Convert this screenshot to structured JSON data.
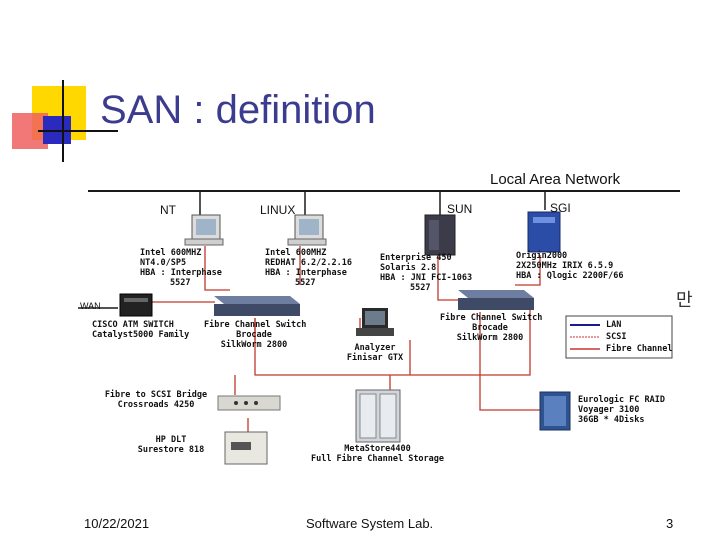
{
  "slide": {
    "title": "SAN : definition",
    "footer_date": "10/22/2021",
    "footer_center": "Software System Lab.",
    "page_number": "3",
    "stray_glyph": "만"
  },
  "diagram": {
    "lan_label": "Local Area Network",
    "wan_label": "WAN",
    "hosts": {
      "nt": {
        "name": "NT",
        "spec": [
          "Intel 600MHZ",
          "NT4.0/SP5",
          "HBA : Interphase",
          "5527"
        ]
      },
      "linux": {
        "name": "LINUX",
        "spec": [
          "Intel 600MHZ",
          "REDHAT 6.2/2.2.16",
          "HBA : Interphase",
          "5527"
        ]
      },
      "sun": {
        "name": "SUN",
        "spec": [
          "Enterprise 450",
          "Solaris 2.8",
          "HBA : JNI FCI-1063",
          "5527"
        ]
      },
      "sgi": {
        "name": "SGI",
        "spec": [
          "Origin2000",
          "2X250MHz IRIX 6.5.9",
          "HBA : Qlogic 2200F/66"
        ]
      }
    },
    "devices": {
      "atm": [
        "CISCO ATM SWITCH",
        "Catalyst5000 Family"
      ],
      "fc_switch_left": [
        "Fibre Channel Switch",
        "Brocade",
        "SilkWorm 2800"
      ],
      "fc_switch_right": [
        "Fibre Channel Switch",
        "Brocade",
        "SilkWorm 2800"
      ],
      "analyzer": [
        "Analyzer",
        "Finisar GTX"
      ],
      "bridge": [
        "Fibre to SCSI Bridge",
        "Crossroads 4250"
      ],
      "dlt": [
        "HP DLT",
        "Surestore 818"
      ],
      "metastore": [
        "MetaStore4400",
        "Full Fibre Channel Storage"
      ],
      "raid": [
        "Eurologic FC RAID",
        "Voyager 3100",
        "36GB * 4Disks"
      ]
    },
    "legend": [
      {
        "label": "LAN",
        "color": "#1a1a8c"
      },
      {
        "label": "SCSI",
        "color": "#cc3333"
      },
      {
        "label": "Fibre Channel",
        "color": "#cc3333"
      }
    ],
    "colors": {
      "lan": "#1a1a1a",
      "fibre": "#c0392b",
      "title": "#3b3b8f"
    }
  }
}
